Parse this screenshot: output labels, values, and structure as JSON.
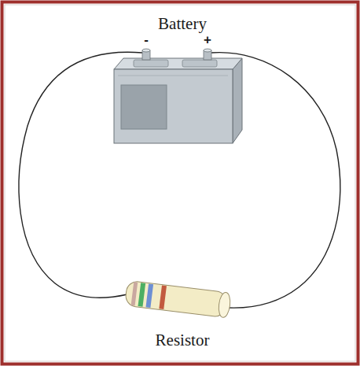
{
  "diagram": {
    "labels": [
      "Battery",
      "-",
      "+",
      "Resistor"
    ]
  }
}
